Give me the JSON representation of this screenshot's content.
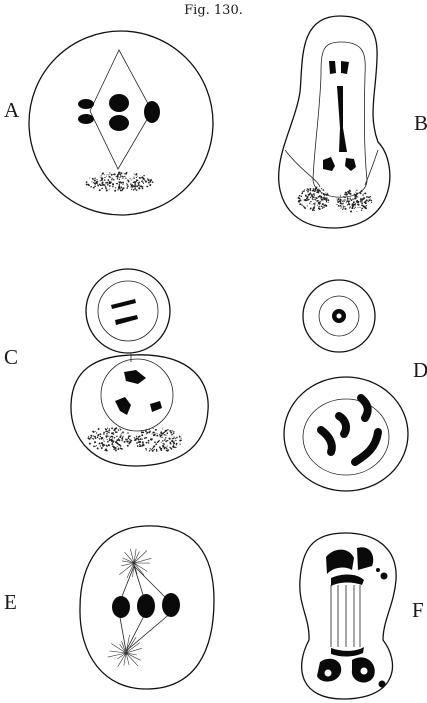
{
  "figure": {
    "caption": "Fig. 130.",
    "panels": [
      {
        "label": "A"
      },
      {
        "label": "B"
      },
      {
        "label": "C"
      },
      {
        "label": "D"
      },
      {
        "label": "E"
      },
      {
        "label": "F"
      }
    ]
  }
}
